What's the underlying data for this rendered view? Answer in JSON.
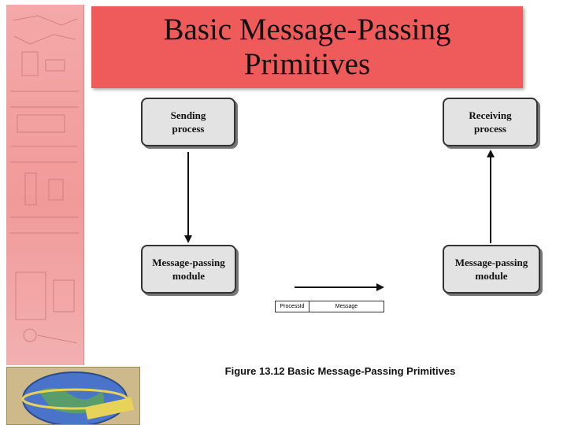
{
  "slide": {
    "title_line1": "Basic Message-Passing",
    "title_line2": "Primitives",
    "title_color": "#ef5a5a"
  },
  "diagram": {
    "sending_process": "Sending\nprocess",
    "receiving_process": "Receiving\nprocess",
    "mp_module_left": "Message-passing\nmodule",
    "mp_module_right": "Message-passing\nmodule",
    "packet_field_1": "ProcessId",
    "packet_field_2": "Message",
    "caption": "Figure 13.12  Basic Message-Passing Primitives",
    "box_fill": "#e3e3e3"
  },
  "decor": {
    "left_strip": "circuit-diagram-watermark",
    "logo": "globe-logo-image"
  }
}
